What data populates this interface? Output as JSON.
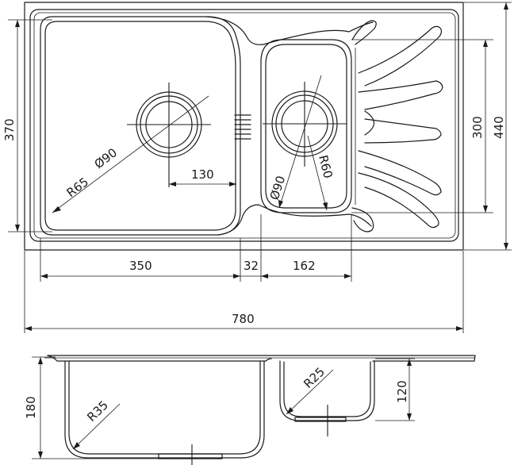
{
  "top_view": {
    "dim_overall_width": "780",
    "dim_big_bowl_width": "350",
    "dim_gap": "32",
    "dim_small_bowl_width": "162",
    "dim_overall_depth": "440",
    "dim_small_bowl_depth": "300",
    "dim_big_bowl_depth": "370",
    "dim_big_bowl_radius": "R65",
    "dim_big_drain_diameter": "Ø90",
    "dim_big_drain_offset": "130",
    "dim_small_drain_diameter": "Ø90",
    "dim_small_bowl_radius": "R60"
  },
  "section_view": {
    "dim_big_bowl_height": "180",
    "dim_big_bowl_radius": "R35",
    "dim_small_bowl_radius": "R25",
    "dim_small_bowl_height": "120"
  }
}
